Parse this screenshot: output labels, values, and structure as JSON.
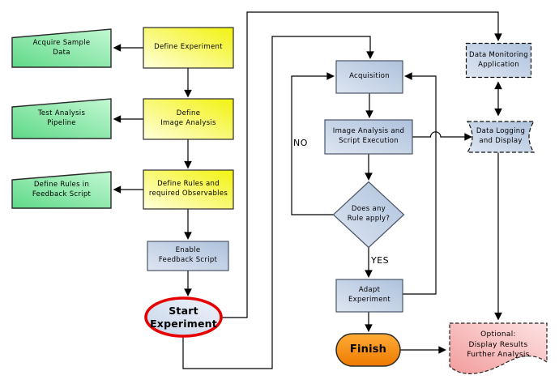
{
  "diagram": {
    "nodes": {
      "acquire_sample_data": {
        "label": "Acquire Sample\nData",
        "shape": "manual-input",
        "fill": "green"
      },
      "test_analysis_pipeline": {
        "label": "Test Analysis\nPipeline",
        "shape": "manual-input",
        "fill": "green"
      },
      "define_rules_in_feedback_script": {
        "label": "Define Rules in\nFeedback Script",
        "shape": "manual-input",
        "fill": "green"
      },
      "define_experiment": {
        "label": "Define Experiment",
        "shape": "process",
        "fill": "yellow"
      },
      "define_image_analysis": {
        "label": "Define\nImage Analysis",
        "shape": "process",
        "fill": "yellow"
      },
      "define_rules_and_required_observables": {
        "label": "Define Rules and\nrequired Observables",
        "shape": "process",
        "fill": "yellow"
      },
      "enable_feedback_script": {
        "label": "Enable\nFeedback Script",
        "shape": "process",
        "fill": "blue"
      },
      "start_experiment": {
        "label": "Start\nExperiment",
        "shape": "terminator",
        "fill": "blue",
        "border": "red"
      },
      "acquisition": {
        "label": "Acquisition",
        "shape": "process",
        "fill": "blue"
      },
      "image_analysis_and_script_execution": {
        "label": "Image Analysis and\nScript Execution",
        "shape": "process",
        "fill": "blue"
      },
      "does_any_rule_apply": {
        "label": "Does any\nRule apply?",
        "shape": "decision",
        "fill": "blue"
      },
      "adapt_experiment": {
        "label": "Adapt\nExperiment",
        "shape": "process",
        "fill": "blue"
      },
      "finish": {
        "label": "Finish",
        "shape": "terminator",
        "fill": "orange"
      },
      "data_monitoring_application": {
        "label": "Data Monitoring\nApplication",
        "shape": "dashed-rect",
        "fill": "blue"
      },
      "data_logging_and_display": {
        "label": "Data Logging\nand Display",
        "shape": "stored-data",
        "fill": "blue"
      },
      "optional_display_results": {
        "label": "Optional:\nDisplay Results\nFurther Analysis",
        "shape": "document",
        "fill": "pink"
      }
    },
    "edge_labels": {
      "no": "NO",
      "yes": "YES"
    },
    "colors": {
      "process_yellow": "#F4F41A",
      "manual_input_green": "#5FD988",
      "step_blue": "#AFC3DD",
      "terminator_orange": "#FF9615",
      "start_border_red": "#E60000",
      "optional_pink": "#F2A0A0",
      "line_black": "#000000"
    }
  }
}
